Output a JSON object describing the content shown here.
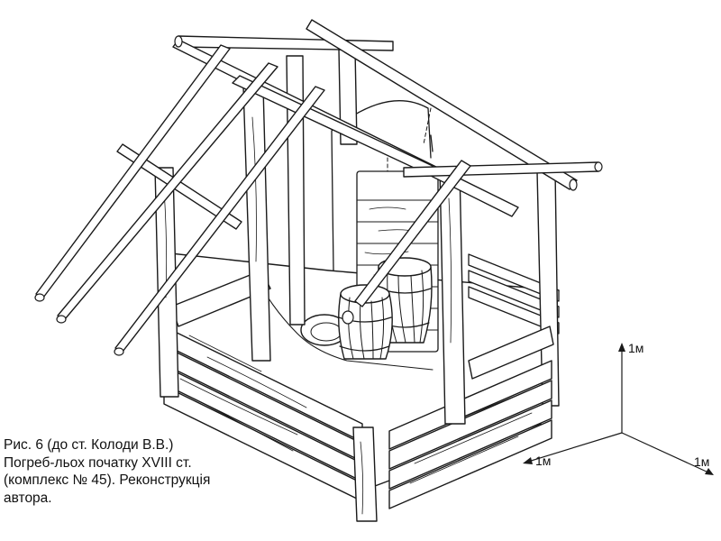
{
  "caption": {
    "line1": "Рис. 6  (до ст. Колоди В.В.)",
    "line2": "Погреб-льох початку XVIII ст.",
    "line3": "(комплекс № 45). Реконструкція",
    "line4": "автора."
  },
  "scale_axes": {
    "up_label": "1м",
    "left_label": "1м",
    "right_label": "1м"
  }
}
